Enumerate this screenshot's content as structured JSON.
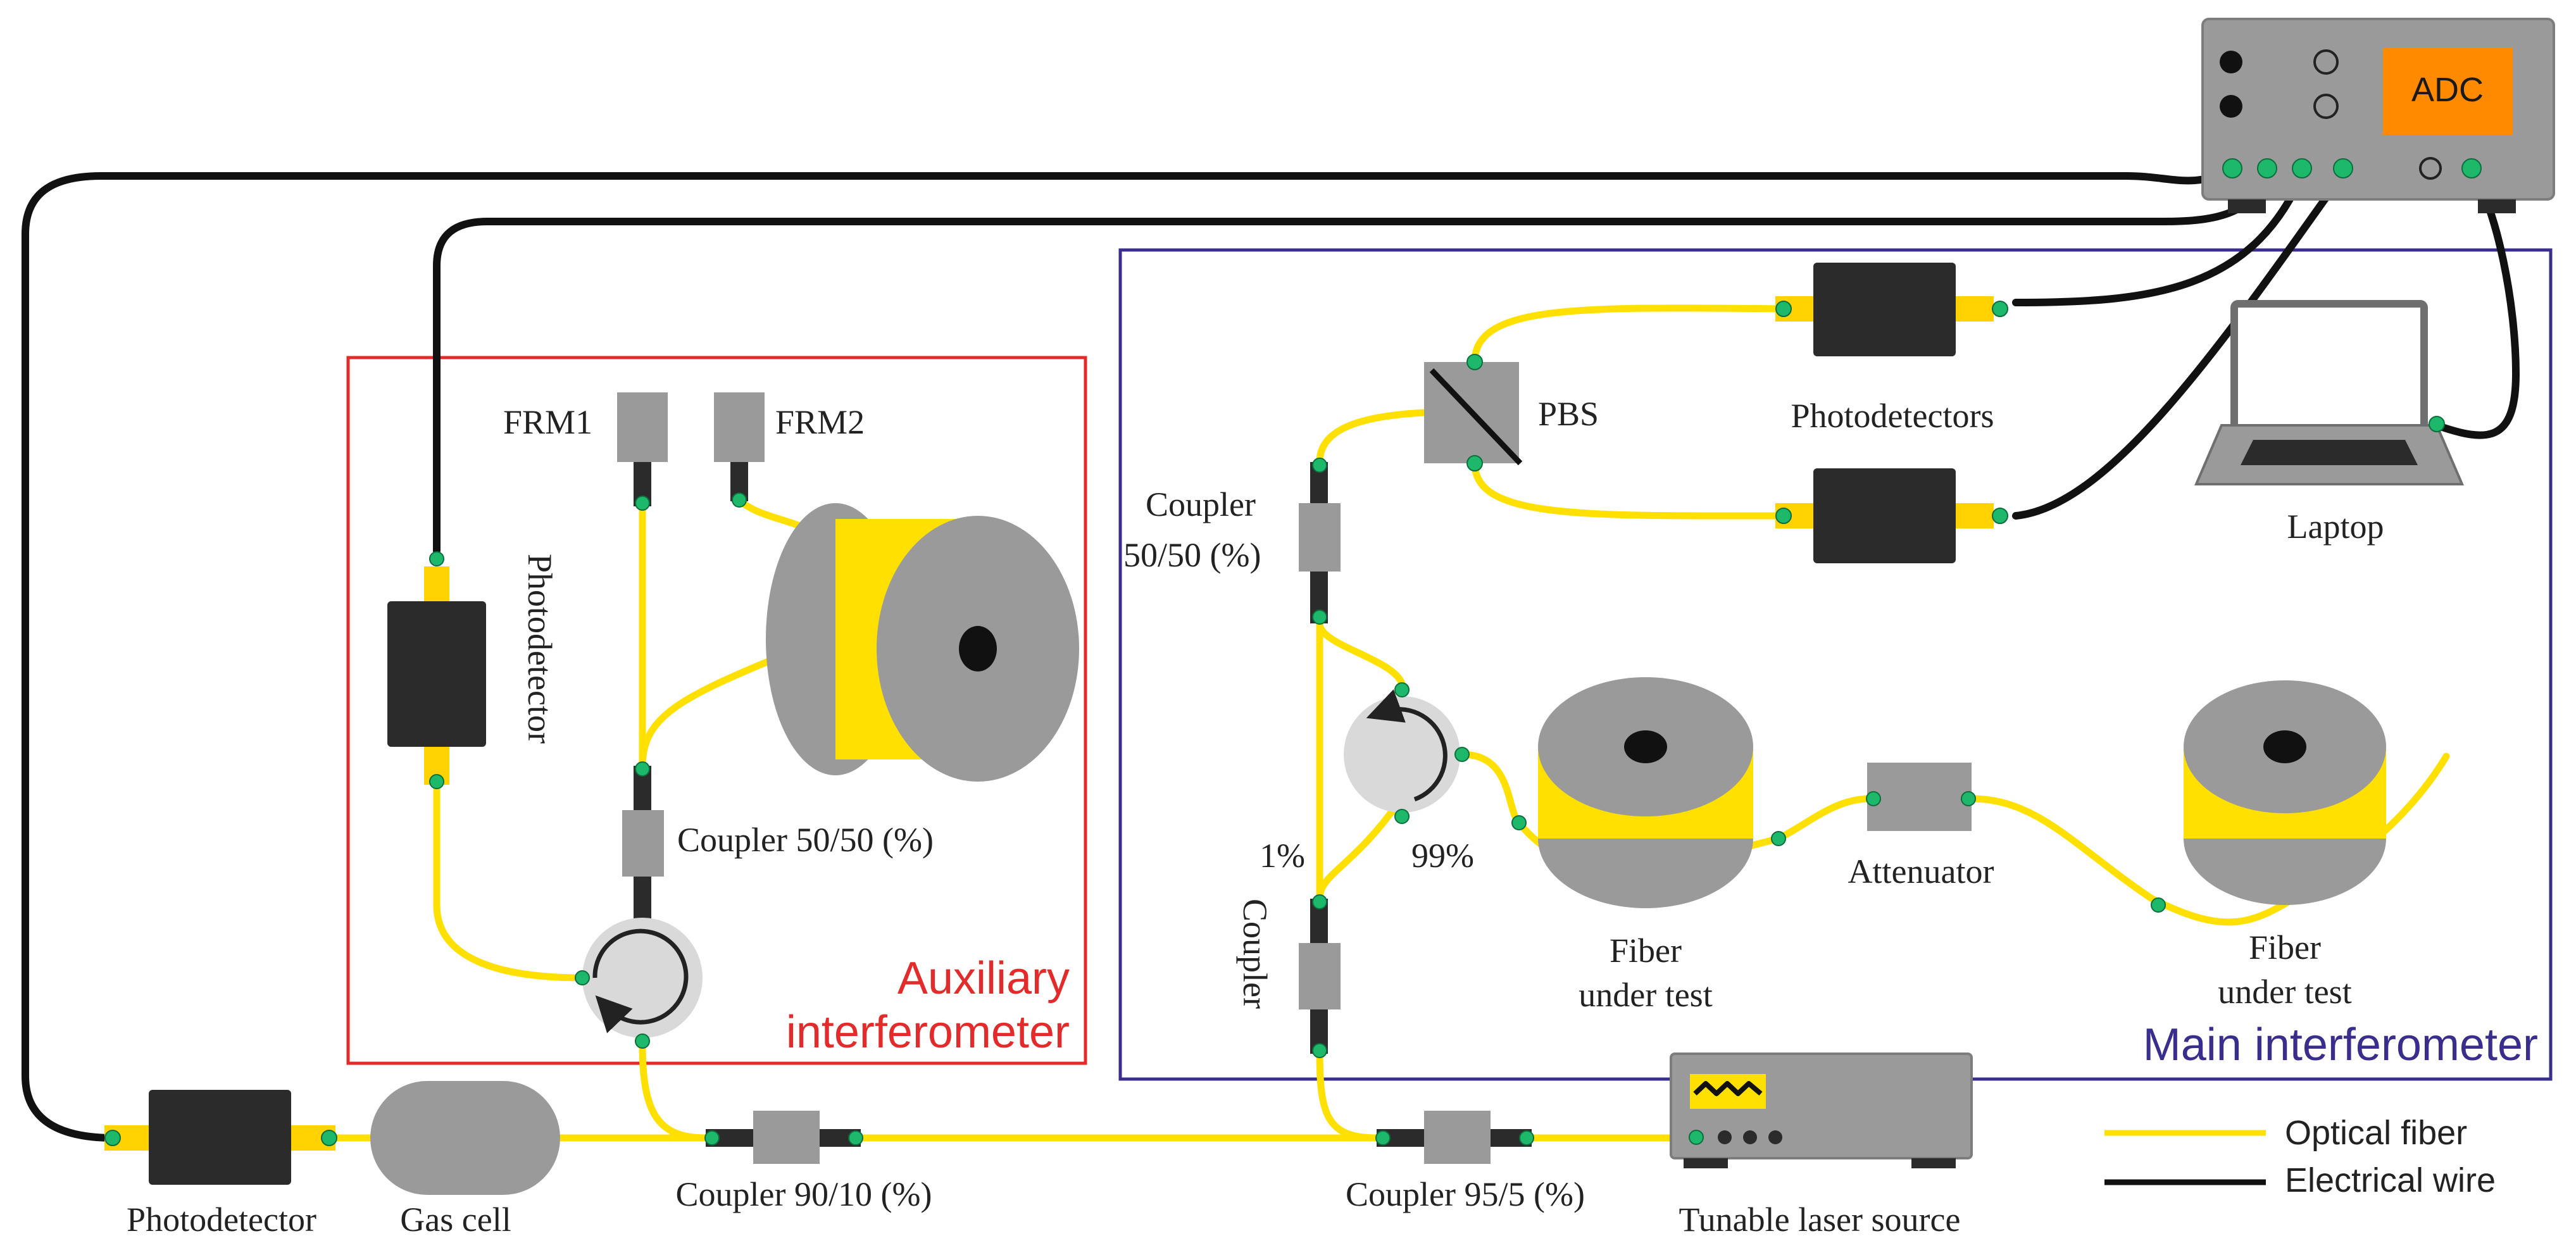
{
  "colors": {
    "optical_fiber": "#FFE000",
    "electrical_wire": "#111111",
    "connector": "#1DB86A",
    "auxiliary_box": "#E32B2B",
    "main_box": "#3A2E8C",
    "adc_display": "#FF8A00",
    "device_dark": "#2b2b2b",
    "device_gray": "#9a9a9a"
  },
  "labels": {
    "adc": "ADC",
    "laptop": "Laptop",
    "pbs": "PBS",
    "photodetectors": "Photodetectors",
    "coupler_main": "Coupler",
    "coupler_main_ratio": "50/50 (%)",
    "frm1": "FRM1",
    "frm2": "FRM2",
    "photodetector_aux": "Photodetector",
    "coupler_aux": "Coupler 50/50 (%)",
    "auxiliary_1": "Auxiliary",
    "auxiliary_2": "interferometer",
    "pct_1": "1%",
    "pct_99": "99%",
    "coupler_vertical": "Coupler",
    "fut1_line1": "Fiber",
    "fut1_line2": "under test",
    "attenuator": "Attenuator",
    "fut2_line1": "Fiber",
    "fut2_line2": "under test",
    "main_interferometer": "Main interferometer",
    "photodetector_bottom": "Photodetector",
    "gas_cell": "Gas cell",
    "coupler_90_10": "Coupler 90/10 (%)",
    "coupler_95_5": "Coupler 95/5 (%)",
    "tunable_laser": "Tunable laser source"
  },
  "legend": {
    "optical_fiber": "Optical fiber",
    "electrical_wire": "Electrical wire"
  },
  "icons": {
    "circulator": "circular-arrow-icon",
    "spool": "fiber-spool-icon",
    "laptop": "laptop-icon",
    "pbs": "beam-splitter-icon"
  }
}
